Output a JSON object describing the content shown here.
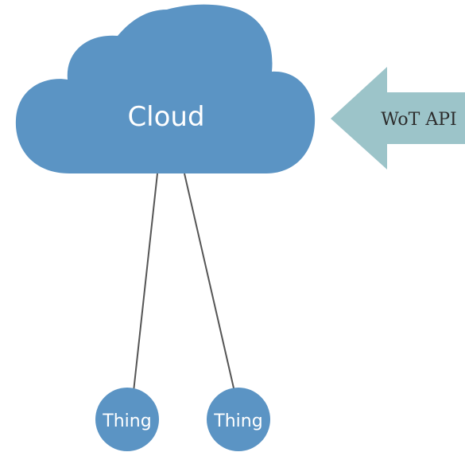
{
  "diagram": {
    "cloud": {
      "label": "Cloud"
    },
    "api_arrow": {
      "label": "WoT API"
    },
    "things": [
      {
        "label": "Thing"
      },
      {
        "label": "Thing"
      }
    ],
    "colors": {
      "cloud": "#5b94c4",
      "thing": "#5b94c4",
      "arrow": "#9cc4c9",
      "connector": "#555555",
      "cloud_text": "#ffffff",
      "arrow_text": "#2c2c2c"
    }
  }
}
